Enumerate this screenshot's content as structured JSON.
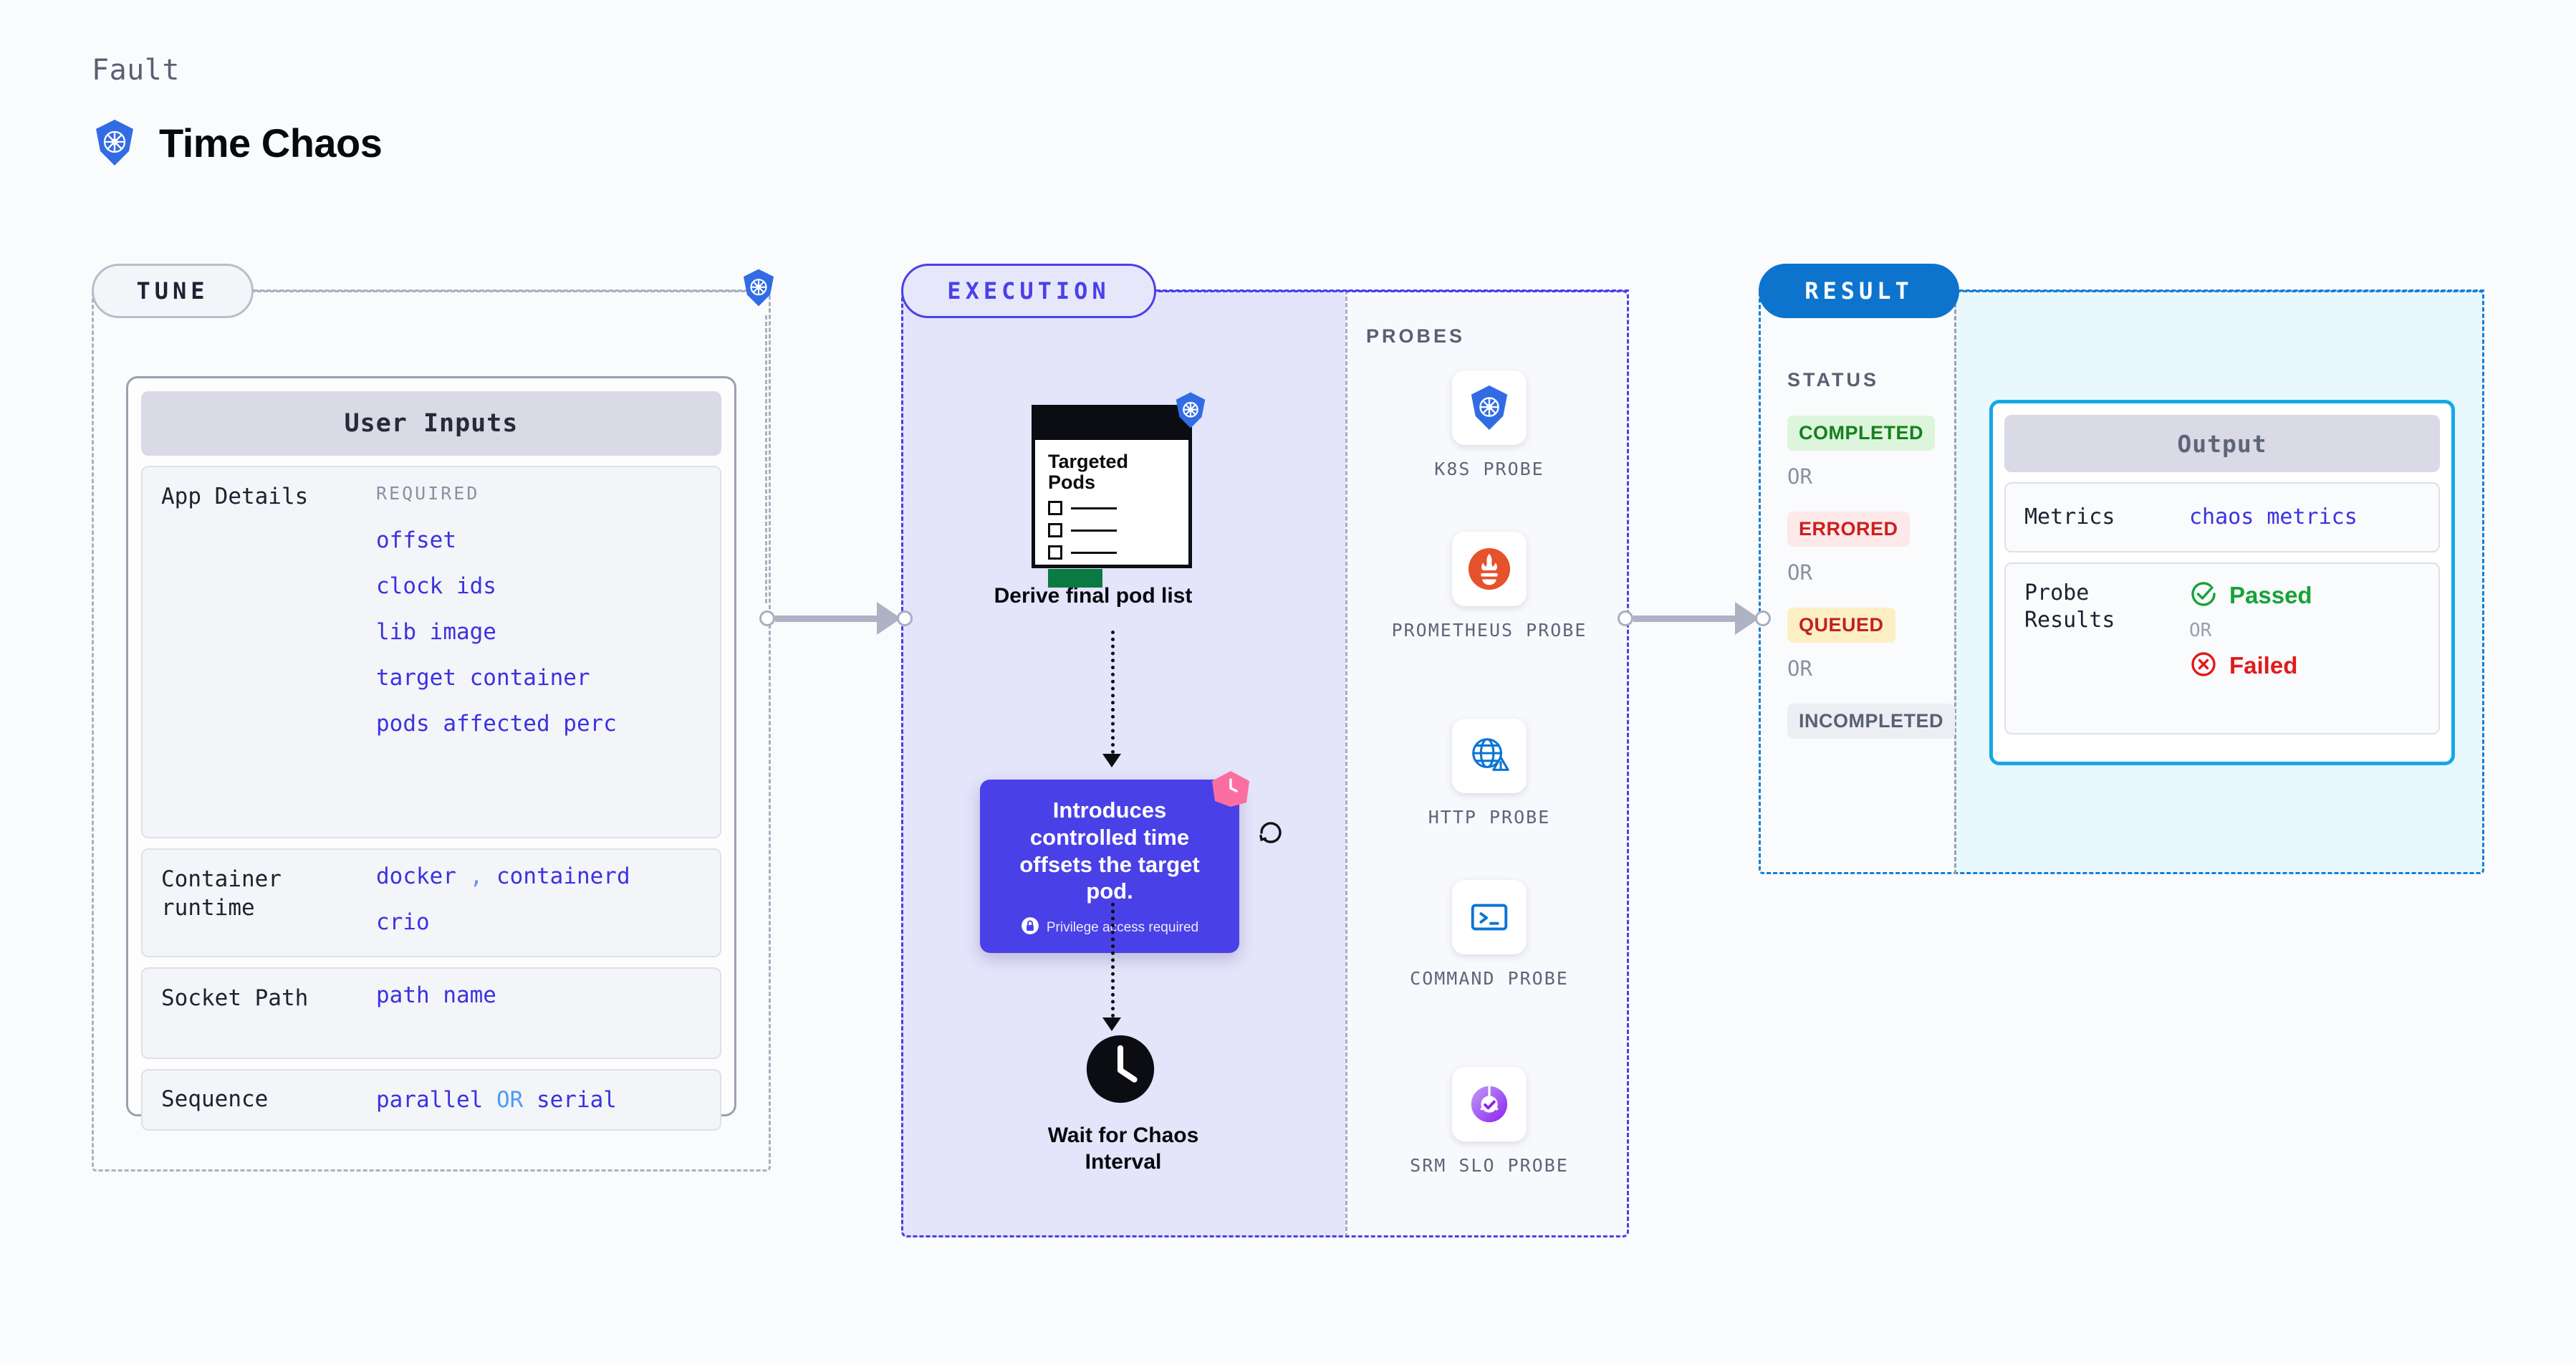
{
  "header": {
    "eyebrow": "Fault",
    "title": "Time Chaos",
    "icon": "kubernetes-icon"
  },
  "tune": {
    "pill_label": "TUNE",
    "edge_icon": "kubernetes-icon",
    "card_title": "User Inputs",
    "rows": [
      {
        "key": "App Details",
        "required_label": "REQUIRED",
        "values": [
          "offset",
          "clock ids",
          "lib image",
          "target container",
          "pods affected perc"
        ]
      },
      {
        "key": "Container runtime",
        "values": [
          "docker , containerd",
          "crio"
        ],
        "separator": ","
      },
      {
        "key": "Socket Path",
        "values": [
          "path name"
        ]
      },
      {
        "key": "Sequence",
        "values": [
          "parallel OR serial"
        ],
        "or_word": "OR"
      }
    ]
  },
  "execution": {
    "pill_label": "EXECUTION",
    "pods_node": {
      "heading": "Targeted Pods",
      "badge_icon": "kubernetes-icon",
      "caption": "Derive final pod list"
    },
    "tooltip": {
      "text": "Introduces controlled time offsets the target pod.",
      "note": "Privilege access required",
      "note_icon": "lock-icon",
      "ribbon_icon": "clock-ribbon-icon",
      "side_icon": "refresh-icon"
    },
    "wait_node": {
      "icon": "clock-icon",
      "caption": "Wait for Chaos Interval"
    },
    "probes_title": "PROBES",
    "probes": [
      {
        "label": "K8S PROBE",
        "icon": "kubernetes-icon"
      },
      {
        "label": "PROMETHEUS PROBE",
        "icon": "prometheus-icon"
      },
      {
        "label": "HTTP PROBE",
        "icon": "globe-warning-icon"
      },
      {
        "label": "COMMAND PROBE",
        "icon": "terminal-icon"
      },
      {
        "label": "SRM SLO PROBE",
        "icon": "srm-slo-donut-icon"
      }
    ]
  },
  "result": {
    "pill_label": "RESULT",
    "status_title": "STATUS",
    "or_word": "OR",
    "statuses": [
      {
        "label": "COMPLETED",
        "bg": "#dcf5dc",
        "fg": "#15801c"
      },
      {
        "label": "ERRORED",
        "bg": "#fde9e9",
        "fg": "#cb1f1f"
      },
      {
        "label": "QUEUED",
        "bg": "#fdefc4",
        "fg": "#c02222"
      },
      {
        "label": "INCOMPLETED",
        "bg": "#eceef4",
        "fg": "#5a6072"
      }
    ],
    "output": {
      "card_title": "Output",
      "metrics_key": "Metrics",
      "metrics_value": "chaos metrics",
      "probe_results_key": "Probe Results",
      "passed_label": "Passed",
      "failed_label": "Failed",
      "or_word": "OR",
      "passed_icon": "check-circle-icon",
      "failed_icon": "x-circle-icon"
    }
  },
  "colors": {
    "k8s_blue": "#326ce5",
    "indigo": "#3b32e0",
    "result_blue": "#0d74ce",
    "cyan": "#14a8e8",
    "green": "#17a337",
    "red": "#e01b1b"
  }
}
